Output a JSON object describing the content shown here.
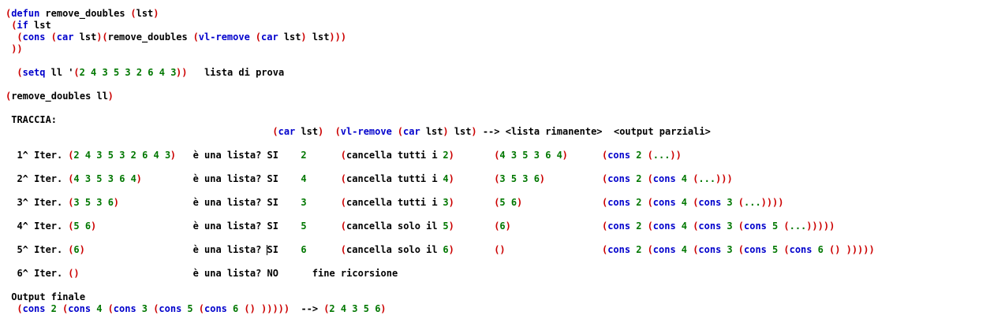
{
  "colors": {
    "red": "#cc0000",
    "blue": "#0000cc",
    "green": "#007700",
    "black": "#000000"
  },
  "lines": [
    {
      "segments": [
        {
          "t": "(",
          "c": "red"
        },
        {
          "t": "defun",
          "c": "blue"
        },
        {
          "t": " remove_doubles ",
          "c": "black"
        },
        {
          "t": "(",
          "c": "red"
        },
        {
          "t": "lst",
          "c": "black"
        },
        {
          "t": ")",
          "c": "red"
        }
      ]
    },
    {
      "segments": [
        {
          "t": " ",
          "c": "black"
        },
        {
          "t": "(",
          "c": "red"
        },
        {
          "t": "if",
          "c": "blue"
        },
        {
          "t": " lst",
          "c": "black"
        }
      ]
    },
    {
      "segments": [
        {
          "t": "  ",
          "c": "black"
        },
        {
          "t": "(",
          "c": "red"
        },
        {
          "t": "cons",
          "c": "blue"
        },
        {
          "t": " ",
          "c": "black"
        },
        {
          "t": "(",
          "c": "red"
        },
        {
          "t": "car",
          "c": "blue"
        },
        {
          "t": " lst",
          "c": "black"
        },
        {
          "t": ")(",
          "c": "red"
        },
        {
          "t": "remove_doubles ",
          "c": "black"
        },
        {
          "t": "(",
          "c": "red"
        },
        {
          "t": "vl-remove",
          "c": "blue"
        },
        {
          "t": " ",
          "c": "black"
        },
        {
          "t": "(",
          "c": "red"
        },
        {
          "t": "car",
          "c": "blue"
        },
        {
          "t": " lst",
          "c": "black"
        },
        {
          "t": ")",
          "c": "red"
        },
        {
          "t": " lst",
          "c": "black"
        },
        {
          "t": ")))",
          "c": "red"
        }
      ]
    },
    {
      "segments": [
        {
          "t": " ",
          "c": "black"
        },
        {
          "t": "))",
          "c": "red"
        }
      ]
    },
    {
      "segments": []
    },
    {
      "segments": [
        {
          "t": "  ",
          "c": "black"
        },
        {
          "t": "(",
          "c": "red"
        },
        {
          "t": "setq",
          "c": "blue"
        },
        {
          "t": " ll '",
          "c": "black"
        },
        {
          "t": "(",
          "c": "red"
        },
        {
          "t": "2 4 3 5 3 2 6 4 3",
          "c": "green"
        },
        {
          "t": "))",
          "c": "red"
        },
        {
          "t": "   lista di prova",
          "c": "black"
        }
      ]
    },
    {
      "segments": []
    },
    {
      "segments": [
        {
          "t": "(",
          "c": "red"
        },
        {
          "t": "remove_doubles ll",
          "c": "black"
        },
        {
          "t": ")",
          "c": "red"
        }
      ]
    },
    {
      "segments": []
    },
    {
      "segments": [
        {
          "t": " TRACCIA:",
          "c": "black"
        }
      ]
    },
    {
      "segments": [
        {
          "col": 47,
          "t": "(",
          "c": "red"
        },
        {
          "t": "car",
          "c": "blue"
        },
        {
          "t": " lst",
          "c": "black"
        },
        {
          "t": ")",
          "c": "red"
        },
        {
          "t": "  ",
          "c": "black"
        },
        {
          "t": "(",
          "c": "red"
        },
        {
          "t": "vl-remove",
          "c": "blue"
        },
        {
          "t": " ",
          "c": "black"
        },
        {
          "t": "(",
          "c": "red"
        },
        {
          "t": "car",
          "c": "blue"
        },
        {
          "t": " lst",
          "c": "black"
        },
        {
          "t": ")",
          "c": "red"
        },
        {
          "t": " lst",
          "c": "black"
        },
        {
          "t": ")",
          "c": "red"
        },
        {
          "t": " --> <lista rimanente>  <output parziali>",
          "c": "black"
        }
      ]
    },
    {
      "segments": []
    },
    {
      "segments": [
        {
          "t": "  1^ Iter. ",
          "c": "black"
        },
        {
          "t": "(",
          "c": "red"
        },
        {
          "t": "2 4 3 5 3 2 6 4 3",
          "c": "green"
        },
        {
          "t": ")",
          "c": "red"
        },
        {
          "col": 33,
          "t": "è una lista? SI",
          "c": "black"
        },
        {
          "col": 52,
          "t": "2",
          "c": "green"
        },
        {
          "col": 59,
          "t": "(",
          "c": "red"
        },
        {
          "t": "cancella tutti i ",
          "c": "black"
        },
        {
          "t": "2",
          "c": "green"
        },
        {
          "t": ")",
          "c": "red"
        },
        {
          "col": 86,
          "t": "(",
          "c": "red"
        },
        {
          "t": "4 3 5 3 6 4",
          "c": "green"
        },
        {
          "t": ")",
          "c": "red"
        },
        {
          "col": 105,
          "t": "(",
          "c": "red"
        },
        {
          "t": "cons",
          "c": "blue"
        },
        {
          "t": " ",
          "c": "black"
        },
        {
          "t": "2",
          "c": "green"
        },
        {
          "t": " ",
          "c": "black"
        },
        {
          "t": "(",
          "c": "red"
        },
        {
          "t": "...",
          "c": "green"
        },
        {
          "t": "))",
          "c": "red"
        }
      ]
    },
    {
      "segments": []
    },
    {
      "segments": [
        {
          "t": "  2^ Iter. ",
          "c": "black"
        },
        {
          "t": "(",
          "c": "red"
        },
        {
          "t": "4 3 5 3 6 4",
          "c": "green"
        },
        {
          "t": ")",
          "c": "red"
        },
        {
          "col": 33,
          "t": "è una lista? SI",
          "c": "black"
        },
        {
          "col": 52,
          "t": "4",
          "c": "green"
        },
        {
          "col": 59,
          "t": "(",
          "c": "red"
        },
        {
          "t": "cancella tutti i ",
          "c": "black"
        },
        {
          "t": "4",
          "c": "green"
        },
        {
          "t": ")",
          "c": "red"
        },
        {
          "col": 86,
          "t": "(",
          "c": "red"
        },
        {
          "t": "3 5 3 6",
          "c": "green"
        },
        {
          "t": ")",
          "c": "red"
        },
        {
          "col": 105,
          "t": "(",
          "c": "red"
        },
        {
          "t": "cons",
          "c": "blue"
        },
        {
          "t": " ",
          "c": "black"
        },
        {
          "t": "2",
          "c": "green"
        },
        {
          "t": " ",
          "c": "black"
        },
        {
          "t": "(",
          "c": "red"
        },
        {
          "t": "cons",
          "c": "blue"
        },
        {
          "t": " ",
          "c": "black"
        },
        {
          "t": "4",
          "c": "green"
        },
        {
          "t": " ",
          "c": "black"
        },
        {
          "t": "(",
          "c": "red"
        },
        {
          "t": "...",
          "c": "green"
        },
        {
          "t": ")))",
          "c": "red"
        }
      ]
    },
    {
      "segments": []
    },
    {
      "segments": [
        {
          "t": "  3^ Iter. ",
          "c": "black"
        },
        {
          "t": "(",
          "c": "red"
        },
        {
          "t": "3 5 3 6",
          "c": "green"
        },
        {
          "t": ")",
          "c": "red"
        },
        {
          "col": 33,
          "t": "è una lista? SI",
          "c": "black"
        },
        {
          "col": 52,
          "t": "3",
          "c": "green"
        },
        {
          "col": 59,
          "t": "(",
          "c": "red"
        },
        {
          "t": "cancella tutti i ",
          "c": "black"
        },
        {
          "t": "3",
          "c": "green"
        },
        {
          "t": ")",
          "c": "red"
        },
        {
          "col": 86,
          "t": "(",
          "c": "red"
        },
        {
          "t": "5 6",
          "c": "green"
        },
        {
          "t": ")",
          "c": "red"
        },
        {
          "col": 105,
          "t": "(",
          "c": "red"
        },
        {
          "t": "cons",
          "c": "blue"
        },
        {
          "t": " ",
          "c": "black"
        },
        {
          "t": "2",
          "c": "green"
        },
        {
          "t": " ",
          "c": "black"
        },
        {
          "t": "(",
          "c": "red"
        },
        {
          "t": "cons",
          "c": "blue"
        },
        {
          "t": " ",
          "c": "black"
        },
        {
          "t": "4",
          "c": "green"
        },
        {
          "t": " ",
          "c": "black"
        },
        {
          "t": "(",
          "c": "red"
        },
        {
          "t": "cons",
          "c": "blue"
        },
        {
          "t": " ",
          "c": "black"
        },
        {
          "t": "3",
          "c": "green"
        },
        {
          "t": " ",
          "c": "black"
        },
        {
          "t": "(",
          "c": "red"
        },
        {
          "t": "...",
          "c": "green"
        },
        {
          "t": "))))",
          "c": "red"
        }
      ]
    },
    {
      "segments": []
    },
    {
      "segments": [
        {
          "t": "  4^ Iter. ",
          "c": "black"
        },
        {
          "t": "(",
          "c": "red"
        },
        {
          "t": "5 6",
          "c": "green"
        },
        {
          "t": ")",
          "c": "red"
        },
        {
          "col": 33,
          "t": "è una lista? SI",
          "c": "black"
        },
        {
          "col": 52,
          "t": "5",
          "c": "green"
        },
        {
          "col": 59,
          "t": "(",
          "c": "red"
        },
        {
          "t": "cancella solo il ",
          "c": "black"
        },
        {
          "t": "5",
          "c": "green"
        },
        {
          "t": ")",
          "c": "red"
        },
        {
          "col": 86,
          "t": "(",
          "c": "red"
        },
        {
          "t": "6",
          "c": "green"
        },
        {
          "t": ")",
          "c": "red"
        },
        {
          "col": 105,
          "t": "(",
          "c": "red"
        },
        {
          "t": "cons",
          "c": "blue"
        },
        {
          "t": " ",
          "c": "black"
        },
        {
          "t": "2",
          "c": "green"
        },
        {
          "t": " ",
          "c": "black"
        },
        {
          "t": "(",
          "c": "red"
        },
        {
          "t": "cons",
          "c": "blue"
        },
        {
          "t": " ",
          "c": "black"
        },
        {
          "t": "4",
          "c": "green"
        },
        {
          "t": " ",
          "c": "black"
        },
        {
          "t": "(",
          "c": "red"
        },
        {
          "t": "cons",
          "c": "blue"
        },
        {
          "t": " ",
          "c": "black"
        },
        {
          "t": "3",
          "c": "green"
        },
        {
          "t": " ",
          "c": "black"
        },
        {
          "t": "(",
          "c": "red"
        },
        {
          "t": "cons",
          "c": "blue"
        },
        {
          "t": " ",
          "c": "black"
        },
        {
          "t": "5",
          "c": "green"
        },
        {
          "t": " ",
          "c": "black"
        },
        {
          "t": "(",
          "c": "red"
        },
        {
          "t": "...",
          "c": "green"
        },
        {
          "t": ")))))",
          "c": "red"
        }
      ]
    },
    {
      "segments": []
    },
    {
      "segments": [
        {
          "t": "  5^ Iter. ",
          "c": "black"
        },
        {
          "t": "(",
          "c": "red"
        },
        {
          "t": "6",
          "c": "green"
        },
        {
          "t": ")",
          "c": "red"
        },
        {
          "col": 33,
          "t": "è una lista? SI",
          "c": "black"
        },
        {
          "col": 52,
          "t": "6",
          "c": "green"
        },
        {
          "col": 59,
          "t": "(",
          "c": "red"
        },
        {
          "t": "cancella solo il ",
          "c": "black"
        },
        {
          "t": "6",
          "c": "green"
        },
        {
          "t": ")",
          "c": "red"
        },
        {
          "col": 86,
          "t": "()",
          "c": "red"
        },
        {
          "col": 105,
          "t": "(",
          "c": "red"
        },
        {
          "t": "cons",
          "c": "blue"
        },
        {
          "t": " ",
          "c": "black"
        },
        {
          "t": "2",
          "c": "green"
        },
        {
          "t": " ",
          "c": "black"
        },
        {
          "t": "(",
          "c": "red"
        },
        {
          "t": "cons",
          "c": "blue"
        },
        {
          "t": " ",
          "c": "black"
        },
        {
          "t": "4",
          "c": "green"
        },
        {
          "t": " ",
          "c": "black"
        },
        {
          "t": "(",
          "c": "red"
        },
        {
          "t": "cons",
          "c": "blue"
        },
        {
          "t": " ",
          "c": "black"
        },
        {
          "t": "3",
          "c": "green"
        },
        {
          "t": " ",
          "c": "black"
        },
        {
          "t": "(",
          "c": "red"
        },
        {
          "t": "cons",
          "c": "blue"
        },
        {
          "t": " ",
          "c": "black"
        },
        {
          "t": "5",
          "c": "green"
        },
        {
          "t": " ",
          "c": "black"
        },
        {
          "t": "(",
          "c": "red"
        },
        {
          "t": "cons",
          "c": "blue"
        },
        {
          "t": " ",
          "c": "black"
        },
        {
          "t": "6",
          "c": "green"
        },
        {
          "t": " ",
          "c": "black"
        },
        {
          "t": "()",
          "c": "red"
        },
        {
          "t": " ",
          "c": "black"
        },
        {
          "t": ")))))",
          "c": "red"
        }
      ]
    },
    {
      "segments": []
    },
    {
      "segments": [
        {
          "t": "  6^ Iter. ",
          "c": "black"
        },
        {
          "t": "()",
          "c": "red"
        },
        {
          "col": 33,
          "t": "è una lista? NO",
          "c": "black"
        },
        {
          "col": 54,
          "t": "fine ricorsione",
          "c": "black"
        }
      ]
    },
    {
      "segments": []
    },
    {
      "segments": [
        {
          "t": " Output finale",
          "c": "black"
        }
      ]
    },
    {
      "segments": [
        {
          "t": "  ",
          "c": "black"
        },
        {
          "t": "(",
          "c": "red"
        },
        {
          "t": "cons",
          "c": "blue"
        },
        {
          "t": " ",
          "c": "black"
        },
        {
          "t": "2",
          "c": "green"
        },
        {
          "t": " ",
          "c": "black"
        },
        {
          "t": "(",
          "c": "red"
        },
        {
          "t": "cons",
          "c": "blue"
        },
        {
          "t": " ",
          "c": "black"
        },
        {
          "t": "4",
          "c": "green"
        },
        {
          "t": " ",
          "c": "black"
        },
        {
          "t": "(",
          "c": "red"
        },
        {
          "t": "cons",
          "c": "blue"
        },
        {
          "t": " ",
          "c": "black"
        },
        {
          "t": "3",
          "c": "green"
        },
        {
          "t": " ",
          "c": "black"
        },
        {
          "t": "(",
          "c": "red"
        },
        {
          "t": "cons",
          "c": "blue"
        },
        {
          "t": " ",
          "c": "black"
        },
        {
          "t": "5",
          "c": "green"
        },
        {
          "t": " ",
          "c": "black"
        },
        {
          "t": "(",
          "c": "red"
        },
        {
          "t": "cons",
          "c": "blue"
        },
        {
          "t": " ",
          "c": "black"
        },
        {
          "t": "6",
          "c": "green"
        },
        {
          "t": " ",
          "c": "black"
        },
        {
          "t": "()",
          "c": "red"
        },
        {
          "t": " ",
          "c": "black"
        },
        {
          "t": ")))))",
          "c": "red"
        },
        {
          "t": "  --> ",
          "c": "black"
        },
        {
          "t": "(",
          "c": "red"
        },
        {
          "t": "2 4 3 5 6",
          "c": "green"
        },
        {
          "t": ")",
          "c": "red"
        }
      ]
    }
  ]
}
